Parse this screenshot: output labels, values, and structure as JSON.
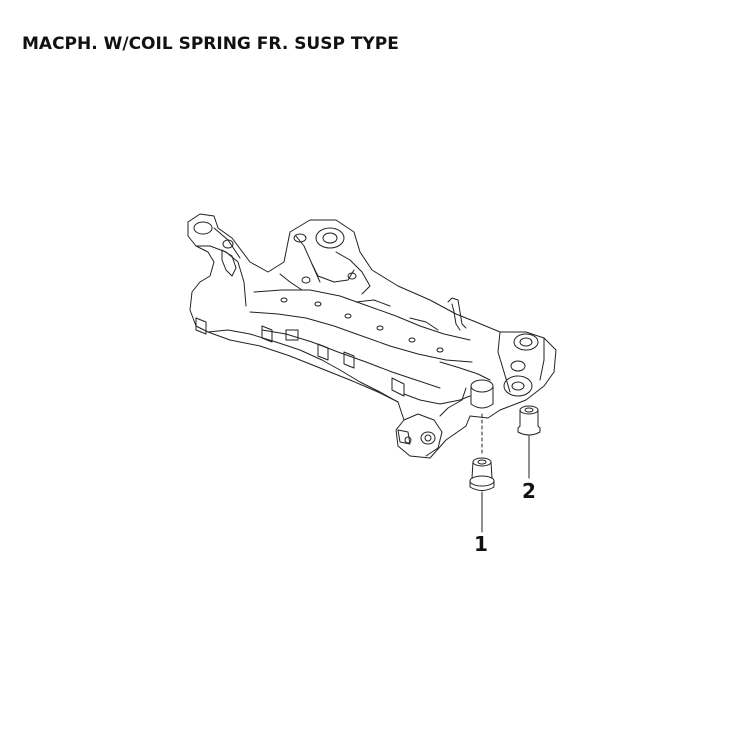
{
  "title": "MACPH. W/COIL SPRING FR. SUSP TYPE",
  "callouts": [
    {
      "number": "1"
    },
    {
      "number": "2"
    }
  ]
}
